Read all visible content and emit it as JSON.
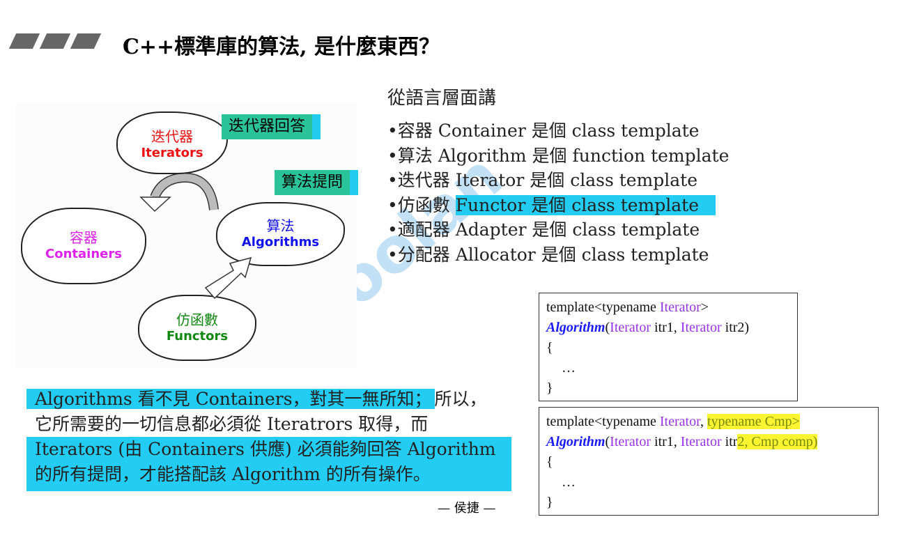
{
  "title": "C++標準庫的算法, 是什麼東西？",
  "diagram": {
    "iterators": {
      "zh": "迭代器",
      "en": "Iterators",
      "color": "#ee1111"
    },
    "containers": {
      "zh": "容器",
      "en": "Containers",
      "color": "#dd22ee"
    },
    "algorithms": {
      "zh": "算法",
      "en": "Algorithms",
      "color": "#1111ee"
    },
    "functors": {
      "zh": "仿函數",
      "en": "Functors",
      "color": "#118811"
    },
    "tag_answer": "迭代器回答",
    "tag_ask": "算法提問"
  },
  "heading": "從語言層面講",
  "bullets": [
    "•容器 Container 是個 class template",
    "•算法 Algorithm 是個 function template",
    "•迭代器 Iterator 是個 class template",
    "•仿函數 ",
    "Functor 是個 class template",
    "•適配器 Adapter 是個 class template",
    "•分配器 Allocator 是個 class template"
  ],
  "code1": {
    "l1a": "template<typename ",
    "l1b": "Iterator",
    ">": ">",
    "fn": "Algorithm",
    "p1": "(",
    "t1": "Iterator",
    " a1": " itr1, ",
    "t2": "Iterator",
    "a2": " itr2)",
    "open": "{",
    "dots": "…",
    "close": "}"
  },
  "code2": {
    "l1a": "template<typename ",
    "l1b": "Iterator",
    "l1c": ", ",
    "l1d": "typename Cmp>",
    "fn": "Algorithm",
    "p1": "(",
    "t1": "Iterator",
    "a1": " itr1, ",
    "t2": "Iterator",
    "a2": " itr",
    "a3": "2, Cmp comp)",
    "open": "{",
    "dots": "…",
    "close": "}"
  },
  "paragraph": {
    "l1a": "Algorithms 看不見 Containers，對其一無所知；",
    "l1b": "所以，",
    "l2": "它所需要的一切信息都必須從 Iteratrors 取得，而",
    "l3": "Iterators (由 Containers 供應) 必須能夠回答 Algorithm",
    "l4": "的所有提問，才能搭配該 Algorithm 的所有操作。"
  },
  "footer": "— 侯捷 —",
  "watermark": "Boolan"
}
